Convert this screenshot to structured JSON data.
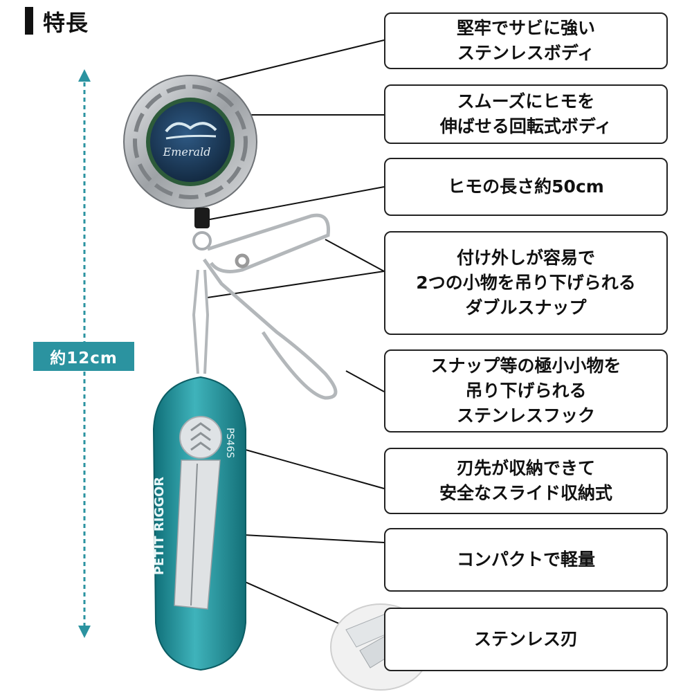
{
  "header": {
    "title": "特長"
  },
  "size": {
    "label": "約12cm"
  },
  "product": {
    "logo_text": "Emerald",
    "model": "PS46S",
    "name": "PETIT RIGGOR"
  },
  "features": [
    {
      "text": "堅牢でサビに強い\nステンレスボディ"
    },
    {
      "text": "スムーズにヒモを\n伸ばせる回転式ボディ"
    },
    {
      "text": "ヒモの長さ約50cm"
    },
    {
      "text": "付け外しが容易で\n2つの小物を吊り下げられる\nダブルスナップ"
    },
    {
      "text": "スナップ等の極小小物を\n吊り下げられる\nステンレスフック"
    },
    {
      "text": "刃先が収納できて\n安全なスライド収納式"
    },
    {
      "text": "コンパクトで軽量"
    },
    {
      "text": "ステンレス刃"
    }
  ],
  "colors": {
    "teal": "#2b93a0",
    "case_teal": "#1d8f98",
    "steel": "#b9bcbf",
    "badge_blue": "#1a3a5c"
  }
}
